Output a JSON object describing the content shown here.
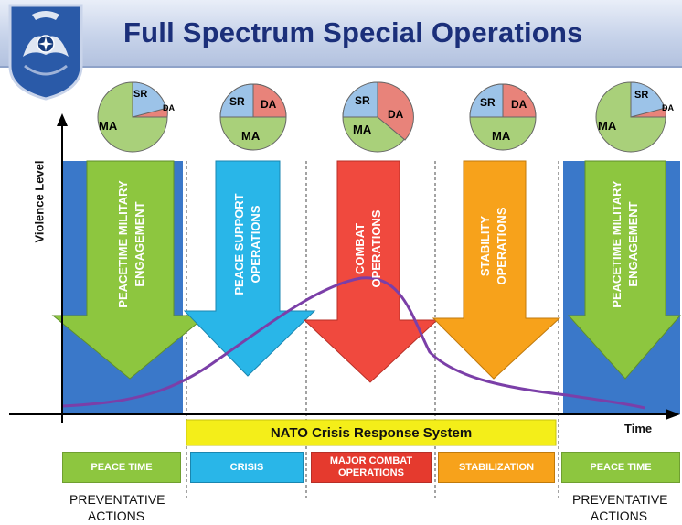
{
  "title": "Full Spectrum Special Operations",
  "y_axis_label": "Violence Level",
  "x_axis_label": "Time",
  "nato_bar_label": "NATO Crisis Response System",
  "pie_labels": {
    "sr": "SR",
    "da": "DA",
    "ma": "MA"
  },
  "arrow_labels": [
    "PEACETIME MILITARY ENGAGEMENT",
    "PEACE SUPPORT OPERATIONS",
    "COMBAT OPERATIONS",
    "STABILITY OPERATIONS",
    "PEACETIME MILITARY ENGAGEMENT"
  ],
  "phase_boxes": [
    "PEACE TIME",
    "CRISIS",
    "MAJOR COMBAT OPERATIONS",
    "STABILIZATION",
    "PEACE TIME"
  ],
  "bottom_labels": [
    "PREVENTATIVE ACTIONS",
    "PREVENTATIVE ACTIONS"
  ],
  "colors": {
    "green": "#8dc63f",
    "cyan": "#29b6e8",
    "red": "#f0493e",
    "orange": "#f7a21b",
    "blue_band": "#3a78c9",
    "yellow": "#f4ee19",
    "curve": "#7b3fa8",
    "pie_ma": "#a9d07a",
    "pie_sr": "#9cc3e8",
    "pie_da": "#e8837a"
  }
}
